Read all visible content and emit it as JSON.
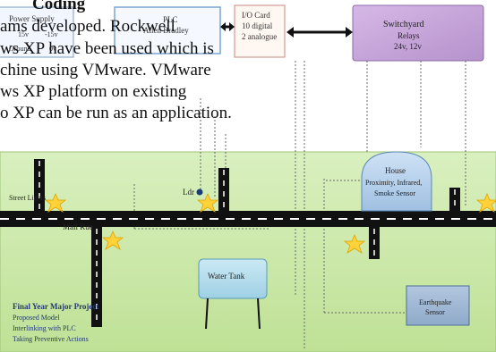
{
  "heading": "Coding",
  "overlay_lines": [
    "ams developed. Rockwell",
    "ws XP have been used which is",
    "chine using VMware. VMware",
    "ws XP platform on existing",
    "o XP can be run as an application."
  ],
  "power_supply": {
    "title": "Power Supply",
    "v1": "15v",
    "v2": "-15v",
    "ground": "Ground",
    "v3": "0v"
  },
  "plc": {
    "title": "PLC",
    "brand": "Allen Bradley"
  },
  "io_card": {
    "line1": "I/O Card",
    "line2": "10 digital",
    "line3": "2 analogue"
  },
  "switchyard": {
    "title": "Switchyard",
    "relays": "Relays",
    "voltage": "24v, 12v"
  },
  "house": {
    "title": "House",
    "line1": "Proximity, Infrared,",
    "line2": "Smoke Sensor"
  },
  "labels": {
    "street_lights": "Street Lights",
    "ldr": "Ldr",
    "mall_road": "Mall Rue",
    "water_tank": "Water Tank"
  },
  "earthquake": {
    "line1": "Earthquake",
    "line2": "Sensor"
  },
  "project": {
    "title": "Final Year Major Project",
    "lines": [
      "Proposed Model",
      "Interlinking with PLC",
      "Taking Preventive Actions"
    ]
  },
  "colors": {
    "ground": "#cbe8aa",
    "road": "#111111",
    "switchyard": "#c6a5da",
    "house": "#b9d3ec",
    "water_tank": "#b5dbea",
    "earthquake_box": "#9ab2cf",
    "sun": "#ffd23a",
    "ldr": "#1b3a7a"
  }
}
